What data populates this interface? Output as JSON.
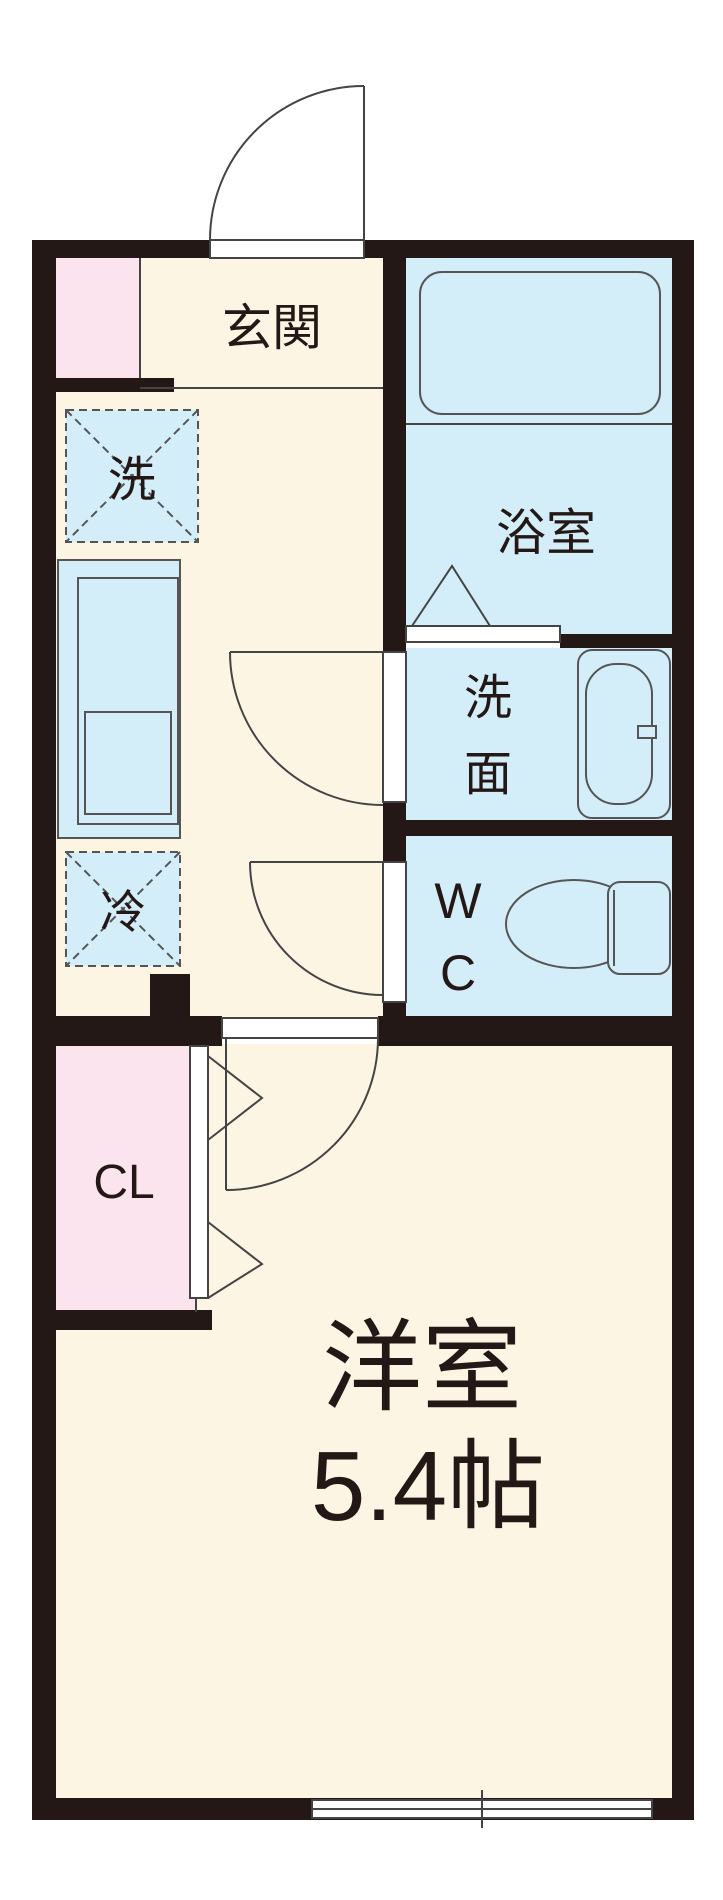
{
  "plan": {
    "labels": {
      "entrance": "玄関",
      "bath": "浴室",
      "washstand_1": "洗",
      "washstand_2": "面",
      "washer": "洗",
      "fridge": "冷",
      "toilet_1": "W",
      "toilet_2": "C",
      "closet": "CL",
      "room_name": "洋室",
      "room_size": "5.4帖"
    },
    "colors": {
      "wall": "#231815",
      "floor": "#fdf5e4",
      "wet_area": "#d3eef9",
      "storage": "#fbe4ee",
      "fixture_line": "#555555",
      "door_line": "#444444"
    },
    "icons": [
      "washing-machine-space-icon",
      "refrigerator-space-icon",
      "kitchen-counter-icon",
      "bathtub-icon",
      "washbasin-icon",
      "toilet-icon",
      "door-swing-icon",
      "window-icon"
    ]
  }
}
